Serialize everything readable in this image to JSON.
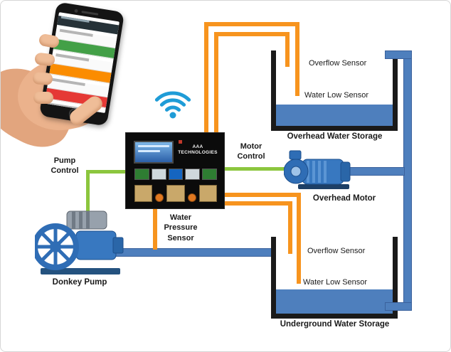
{
  "colors": {
    "orange": "#F7941E",
    "green": "#8CC63E",
    "pipe": "#4E7FBD",
    "pipe-border": "#3A619C",
    "wifi": "#1F9CD7",
    "tank-wall": "#1A1A1A",
    "app-green": "#43A047",
    "app-orange": "#FB8C00",
    "app-red": "#E53935",
    "app-blue": "#1E88E5"
  },
  "controller": {
    "brand": "AAA TECHNOLOGIES"
  },
  "labels": {
    "pump_control": "Pump\nControl",
    "motor_control": "Motor\nControl",
    "water_pressure": "Water\nPressure\nSensor"
  },
  "overhead_tank": {
    "overflow": "Overflow Sensor",
    "water_low": "Water Low Sensor",
    "caption": "Overhead Water Storage"
  },
  "underground_tank": {
    "overflow": "Overflow Sensor",
    "water_low": "Water Low Sensor",
    "caption": "Underground Water Storage"
  },
  "overhead_motor": {
    "caption": "Overhead Motor"
  },
  "donkey_pump": {
    "caption": "Donkey Pump"
  }
}
